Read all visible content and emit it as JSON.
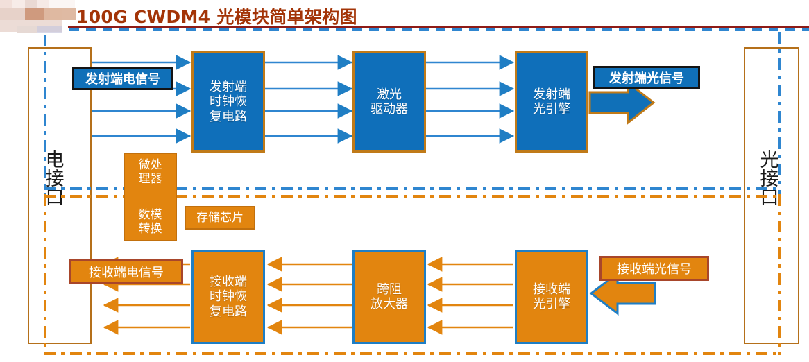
{
  "header": {
    "title_en": "100G CWDM4",
    "title_cn": "光模块简单架构图",
    "rule_color": "#8d1b17",
    "title_color": "#a33407",
    "dash_color": "#2f86d0",
    "logo_name": "blurred-logo-mosaic"
  },
  "palette": {
    "blue_fill": "#0f6fba",
    "orange_fill": "#e2850f",
    "orange_border": "#c07a18",
    "blue_border": "#1f7ec4",
    "dark_border": "#141414",
    "callout_orange_border": "#a8462b"
  },
  "interfaces": {
    "left": {
      "label": "电接口",
      "name": "electrical-interface"
    },
    "right": {
      "label": "光接口",
      "name": "optical-interface"
    }
  },
  "transmit_path": {
    "input_callout": "发射端电信号",
    "output_callout": "发射端光信号",
    "blocks": [
      {
        "label": "发射端\n时钟恢\n复电路",
        "name": "tx-cdr-circuit"
      },
      {
        "label": "激光\n驱动器",
        "name": "laser-driver"
      },
      {
        "label": "发射端\n光引擎",
        "name": "tx-optical-engine"
      }
    ]
  },
  "receive_path": {
    "input_callout": "接收端光信号",
    "output_callout": "接收端电信号",
    "blocks": [
      {
        "label": "接收端\n时钟恢\n复电路",
        "name": "rx-cdr-circuit"
      },
      {
        "label": "跨阻\n放大器",
        "name": "transimpedance-amplifier"
      },
      {
        "label": "接收端\n光引擎",
        "name": "rx-optical-engine"
      }
    ]
  },
  "control_section": {
    "mcu": {
      "top": "微处\n理器",
      "bottom": "数模\n转换",
      "name": "mcu-dac-block"
    },
    "memory": {
      "label": "存储芯片",
      "name": "memory-chip"
    }
  }
}
